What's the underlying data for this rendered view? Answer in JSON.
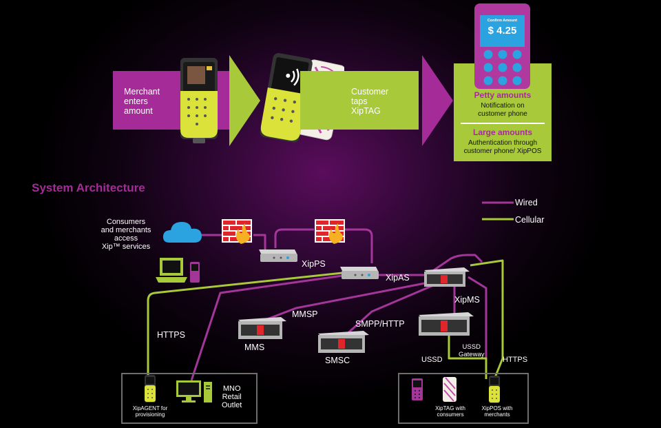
{
  "flow": {
    "step1": [
      "Merchant",
      "enters",
      "amount"
    ],
    "step2": [
      "Customer",
      "taps",
      "XipTAG"
    ],
    "phone": {
      "header": "Confirm Amount",
      "amount": "$ 4.25"
    },
    "result": {
      "petty_title": "Petty amounts",
      "petty_text": [
        "Notification on",
        "customer phone"
      ],
      "large_title": "Large amounts",
      "large_text": [
        "Authentication through",
        "customer phone/ XipPOS"
      ]
    }
  },
  "architecture": {
    "title": "System Architecture",
    "legend": {
      "wired": "Wired",
      "cellular": "Cellular"
    },
    "access_text": [
      "Consumers",
      "and merchants",
      "access",
      "Xip™ services"
    ],
    "nodes": {
      "xipps": "XipPS",
      "xipas": "XipAS",
      "xipms": "XipMS",
      "mms": "MMS",
      "smsc": "SMSC",
      "ussd_gateway": [
        "USSD",
        "Gateway"
      ]
    },
    "links": {
      "https_left": "HTTPS",
      "mmsp": "MMSP",
      "smpp": "SMPP/HTTP",
      "ussd": "USSD",
      "https_right": "HTTPS"
    },
    "retail_box": {
      "label": [
        "MNO",
        "Retail",
        "Outlet"
      ],
      "xipagent": [
        "XipAGENT for",
        "provisioning"
      ]
    },
    "consumer_box": {
      "xiptag": [
        "XipTAG with",
        "consumers"
      ],
      "xippos": [
        "XipPOS with",
        "merchants"
      ]
    }
  },
  "colors": {
    "wired": "#a4369a",
    "cellular": "#a8c93a",
    "magenta": "#a52c98",
    "lime": "#a8c93a",
    "title": "#a52c98"
  }
}
